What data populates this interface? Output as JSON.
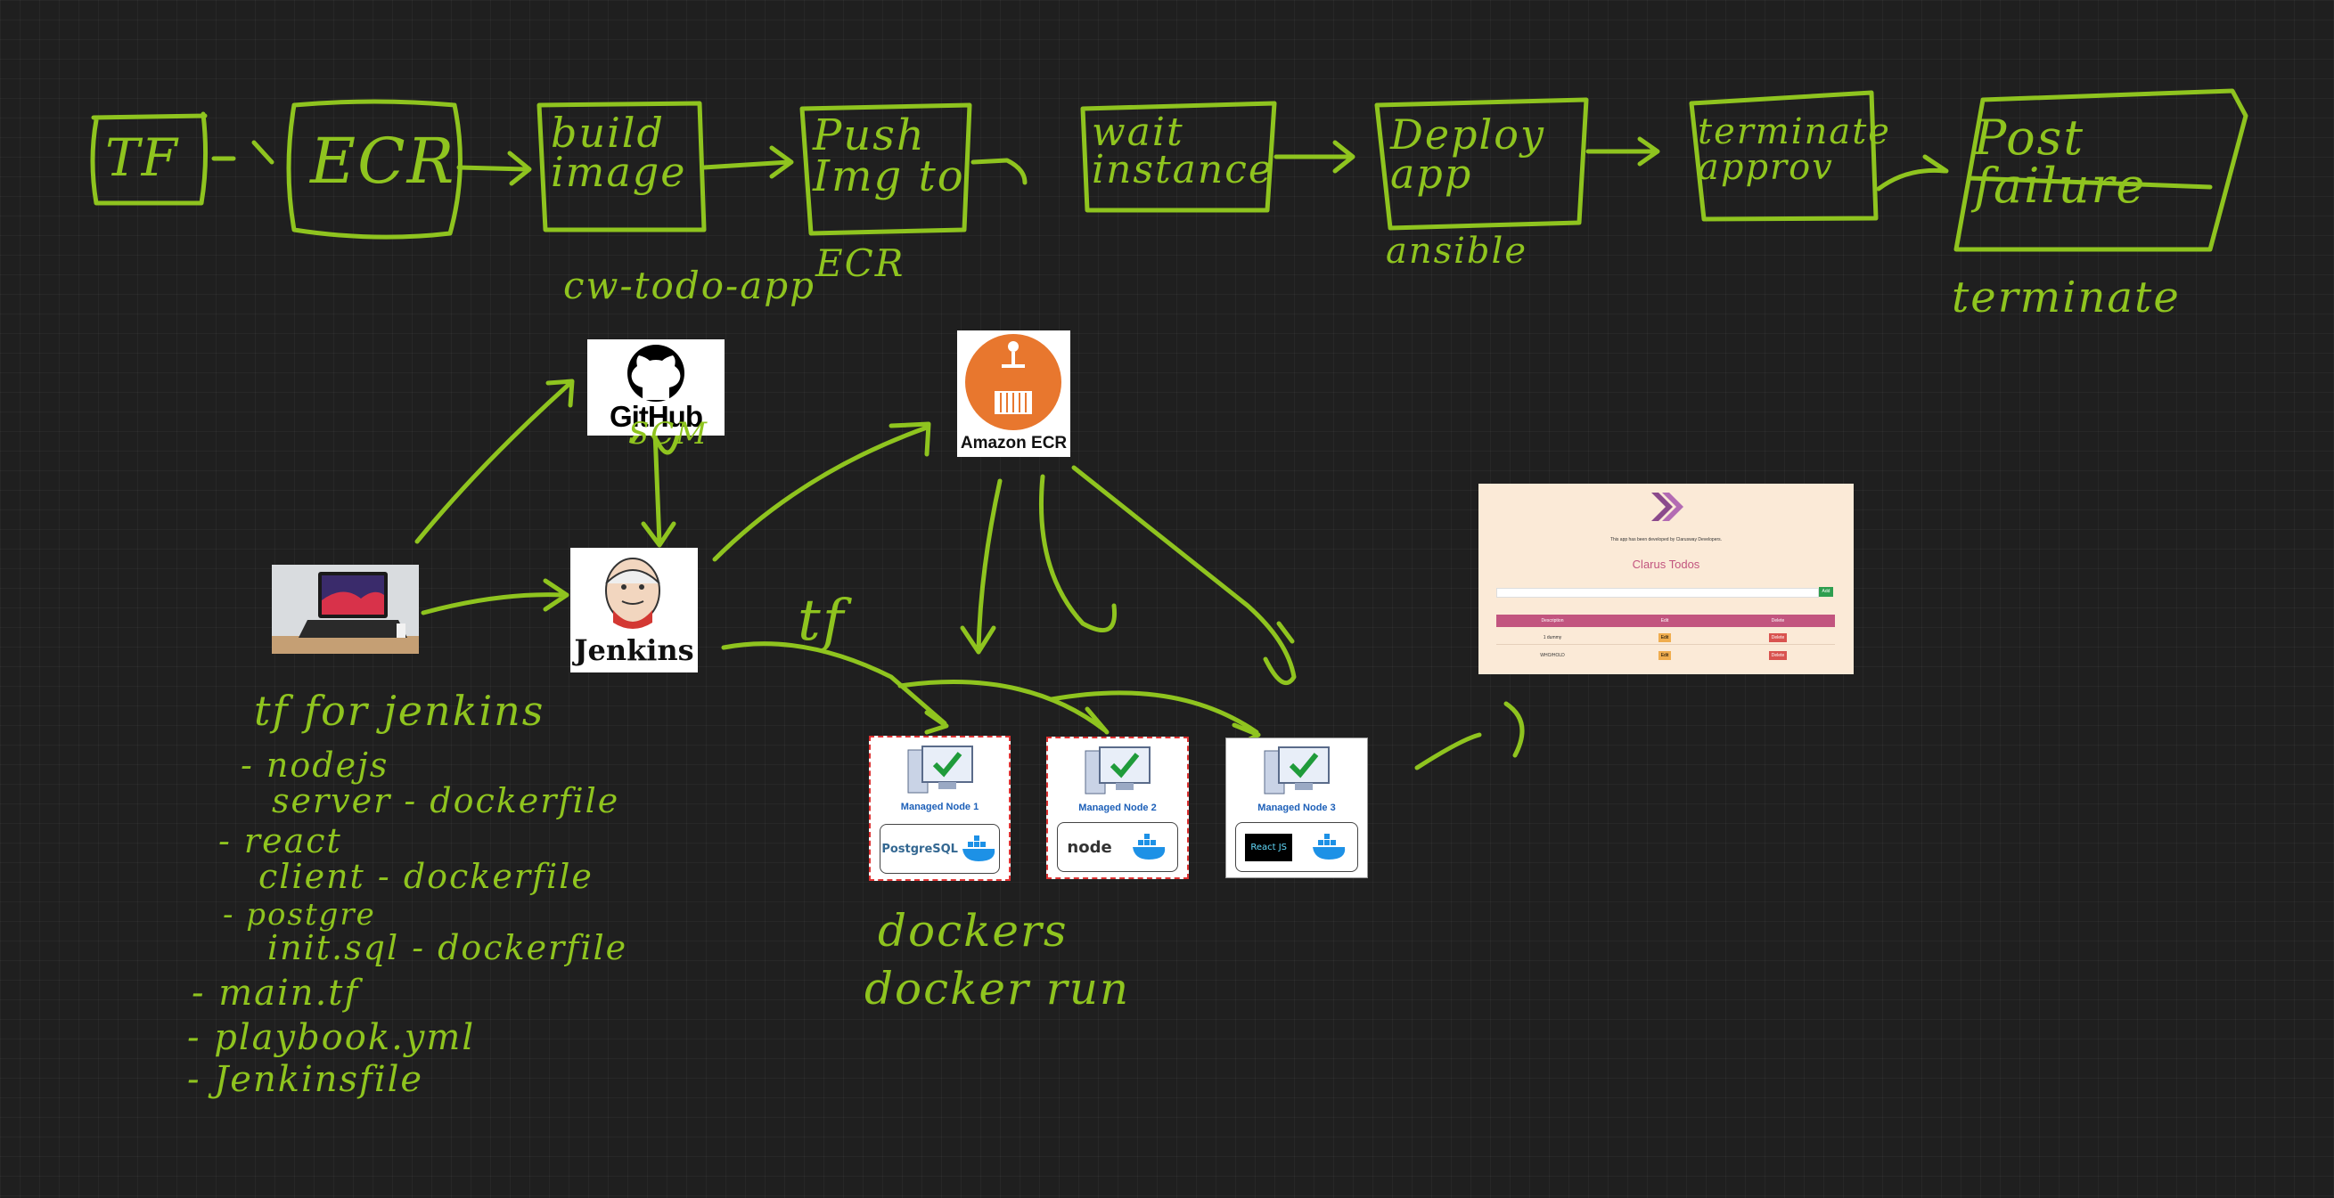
{
  "pipeline": {
    "steps": [
      "TF",
      "ECR",
      "build\nimage",
      "Push\nImg to",
      "wait\ninstance",
      "Deploy\napp",
      "terminate\napprov",
      "Post\nfailure"
    ],
    "below_notes": {
      "build_image": "cw-todo-app",
      "push_img": "ECR",
      "deploy_app": "ansible",
      "post_failure": "terminate"
    }
  },
  "logos": {
    "github": "GitHub",
    "github_note": "SCM",
    "amazon_ecr": "Amazon ECR",
    "jenkins": "Jenkins",
    "tf_arrow_note": "tf"
  },
  "nodes": [
    {
      "label": "Managed Node 1",
      "tech": "PostgreSQL",
      "container": "docker"
    },
    {
      "label": "Managed Node 2",
      "tech": "node",
      "container": "docker"
    },
    {
      "label": "Managed Node 3",
      "tech": "React JS",
      "container": "docker"
    }
  ],
  "node_notes": [
    "dockers",
    "docker run"
  ],
  "left_notes": [
    "tf for jenkins",
    "- nodejs",
    "server - dockerfile",
    "- react",
    "client - dockerfile",
    "- postgre",
    "init.sql - dockerfile",
    "- main.tf",
    "- playbook.yml",
    "- Jenkinsfile"
  ],
  "app_preview": {
    "subtitle": "This app has been developed by Clarusway Developers.",
    "title": "Clarus Todos",
    "add_button": "Add",
    "columns": [
      "Description",
      "Edit",
      "Delete"
    ],
    "rows": [
      {
        "description": "1 dummy",
        "edit": "Edit",
        "delete": "Delete"
      },
      {
        "description": "WHO/HOLD",
        "edit": "Edit",
        "delete": "Delete"
      }
    ]
  },
  "colors": {
    "ink": "#8fc41f",
    "background": "#1f1f1f",
    "ecr_orange": "#e8772e",
    "app_bg": "#fbead7",
    "app_pink": "#c2557f",
    "node_title": "#1c5fb8"
  }
}
